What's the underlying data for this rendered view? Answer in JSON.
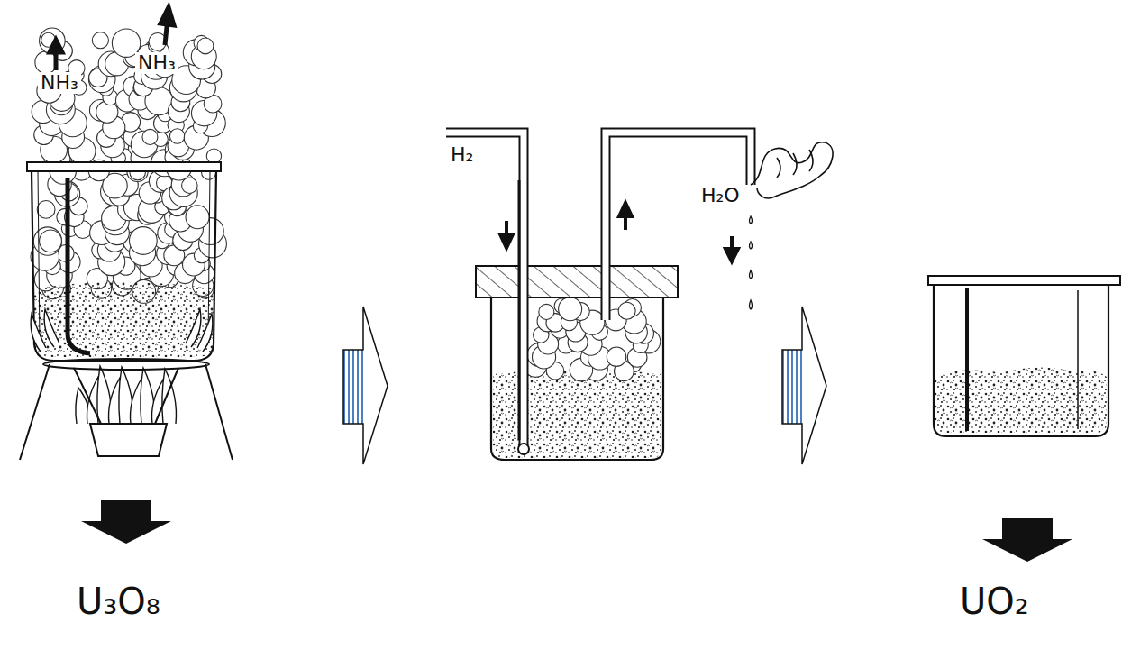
{
  "diagram": {
    "labels": [
      "NH₃",
      "NH₃",
      "H₂",
      "H₂O",
      "U₃O₈",
      "UO₂"
    ]
  }
}
